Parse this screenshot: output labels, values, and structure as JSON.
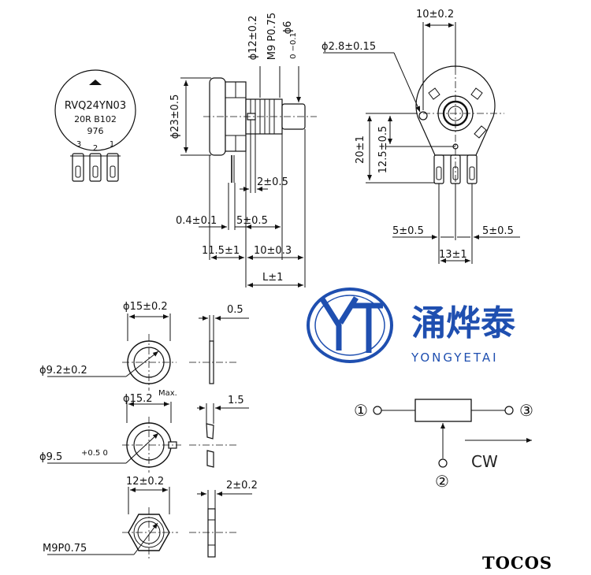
{
  "colors": {
    "ink": "#111111",
    "brand": "#1f4fb0",
    "paper": "#ffffff"
  },
  "front_label": {
    "model": "RVQ24YN03",
    "code": "20R B102",
    "lot": "976",
    "pin3": "3",
    "pin2": "2",
    "pin1": "1"
  },
  "side_view": {
    "dim_shaft_dia": "ϕ12±0.2",
    "dim_thread": "M9 P0.75",
    "dim_knob_dia": "ϕ6",
    "dim_knob_tol": "0 −0.1",
    "dim_body_dia": "ϕ23±0.5",
    "dim_flat": "2±0.5",
    "dim_offset": "0.4±0.1",
    "dim_bush": "5±0.5",
    "dim_length_a": "11.5±1",
    "dim_length_b": "10±0.3",
    "dim_total": "L±1"
  },
  "rear_view": {
    "dim_width_top": "10±0.2",
    "dim_hole": "ϕ2.8±0.15",
    "dim_height_a": "20±1",
    "dim_height_b": "12.5±0.5",
    "dim_pitch_left": "5±0.5",
    "dim_pitch_right": "5±0.5",
    "dim_span": "13±1"
  },
  "washer1": {
    "outer": "ϕ15±0.2",
    "inner": "ϕ9.2±0.2",
    "thick": "0.5"
  },
  "washer2": {
    "outer": "ϕ15.2",
    "outer_sup": "Max.",
    "inner": "ϕ9.5",
    "inner_tol": "+0.5 0",
    "thick": "1.5"
  },
  "nut": {
    "across": "12±0.2",
    "thread": "M9P0.75",
    "thick": "2±0.2"
  },
  "schematic": {
    "pin1": "①",
    "pin2": "②",
    "pin3": "③",
    "direction": "CW"
  },
  "brand": {
    "name_cn": "涌烨泰",
    "name_en": "YONGYETAI",
    "maker": "TOCOS"
  }
}
